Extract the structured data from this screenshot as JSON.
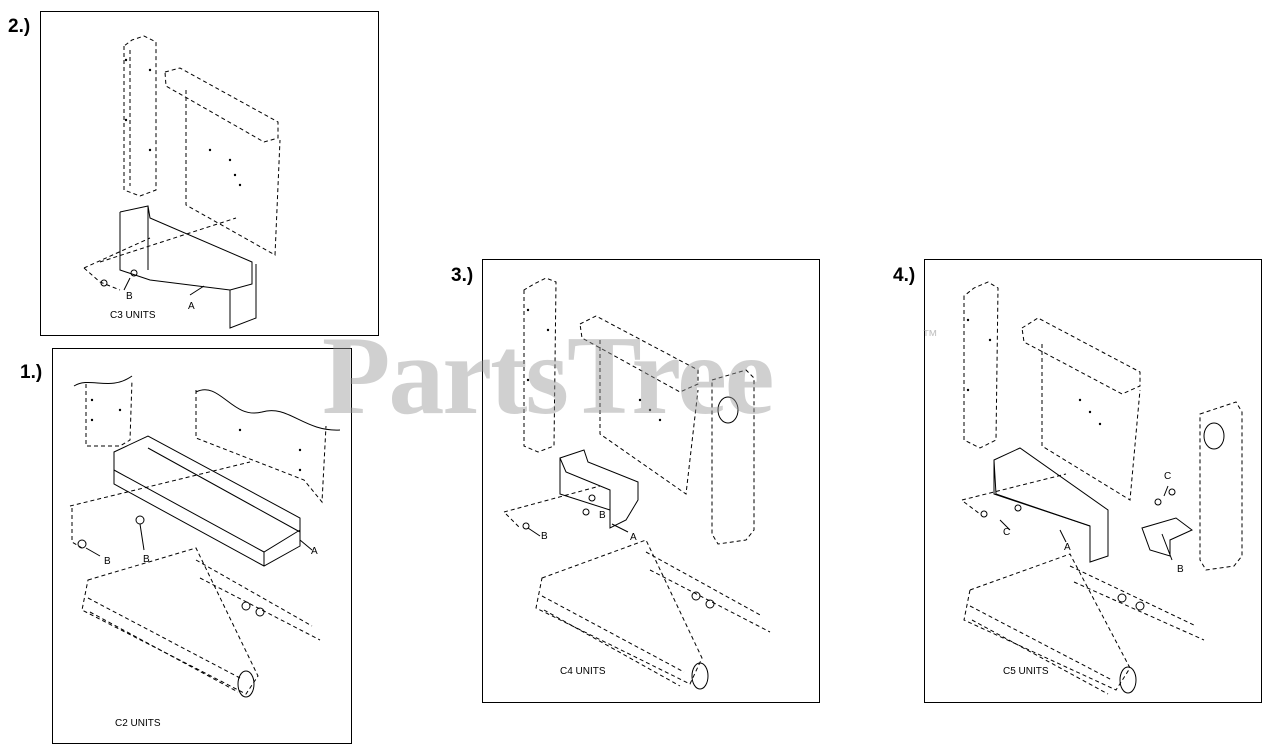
{
  "diagrams": [
    {
      "number": "2.)",
      "units_label": "C3 UNITS",
      "callouts": [
        "A",
        "B"
      ]
    },
    {
      "number": "1.)",
      "units_label": "C2 UNITS",
      "callouts": [
        "A",
        "B",
        "B"
      ]
    },
    {
      "number": "3.)",
      "units_label": "C4 UNITS",
      "callouts": [
        "A",
        "B",
        "B"
      ]
    },
    {
      "number": "4.)",
      "units_label": "C5 UNITS",
      "callouts": [
        "A",
        "B",
        "C",
        "C"
      ]
    }
  ],
  "watermark": {
    "text": "PartsTree",
    "trademark": "™"
  }
}
